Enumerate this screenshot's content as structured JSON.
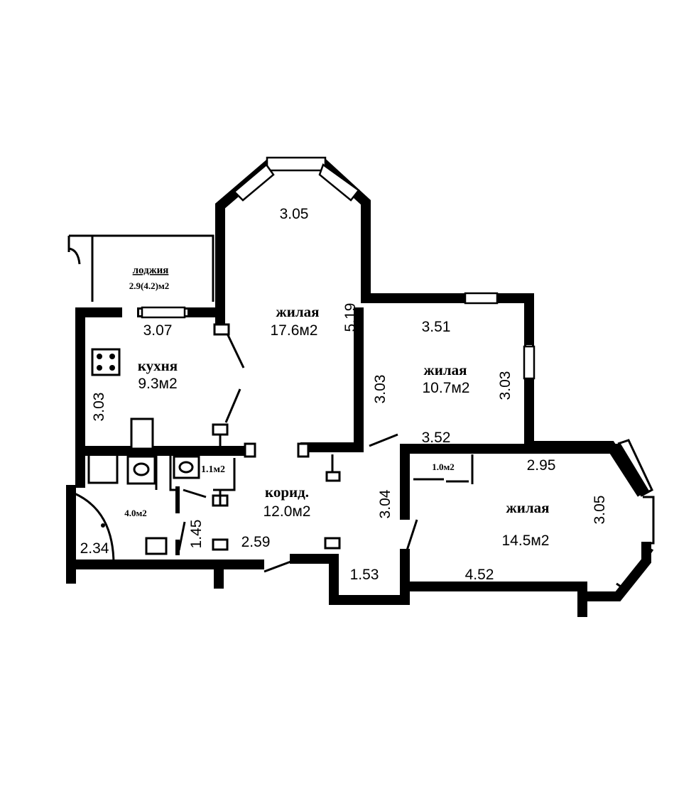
{
  "rooms": {
    "loggia": {
      "name": "лоджия",
      "area": "2.9(4.2)м2"
    },
    "living1": {
      "name": "жилая",
      "area": "17.6м2"
    },
    "kitchen": {
      "name": "кухня",
      "area": "9.3м2"
    },
    "living2": {
      "name": "жилая",
      "area": "10.7м2"
    },
    "corridor": {
      "name": "корид.",
      "area": "12.0м2"
    },
    "living3": {
      "name": "жилая",
      "area": "14.5м2"
    },
    "bathroom": {
      "area": "4.0м2"
    },
    "wc": {
      "area": "1.1м2"
    },
    "closet": {
      "area": "1.0м2"
    }
  },
  "dimensions": {
    "bay_top": "3.05",
    "kitchen_top": "3.07",
    "living1_side": "5.19",
    "living2_top": "3.51",
    "kitchen_side": "3.03",
    "living2_left": "3.03",
    "living2_right": "3.03",
    "living2_bottom": "3.52",
    "living3_top": "2.95",
    "living3_right": "3.05",
    "living3_left": "3.04",
    "bath_width": "2.34",
    "hall_height": "1.45",
    "hall_width": "2.59",
    "entry_width": "1.53",
    "living3_bottom": "4.52"
  }
}
